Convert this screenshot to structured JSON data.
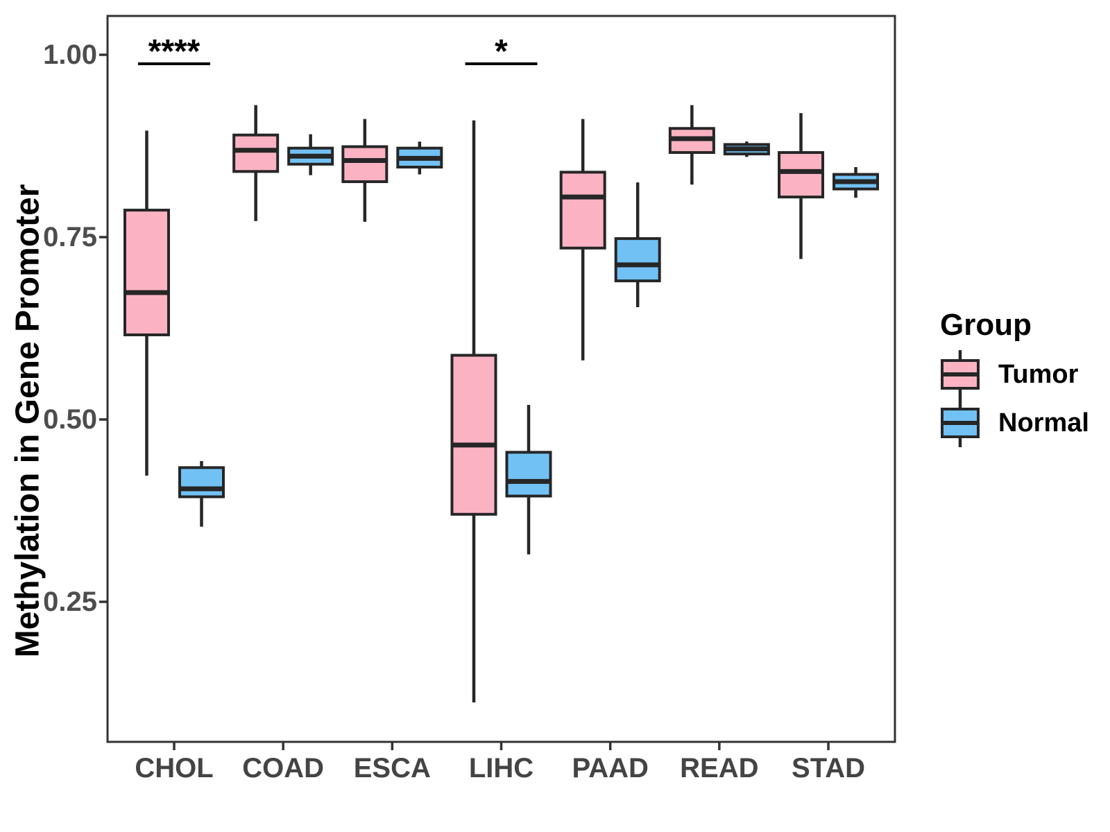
{
  "chart_data": {
    "type": "boxplot",
    "title": "",
    "xlabel": "",
    "ylabel": "Methylation in Gene Promoter",
    "grid": false,
    "background": "#ffffff",
    "panel_border_color": "#333333",
    "box_line_color": "#262626",
    "axis_text_color": "#4d4d4d",
    "ylim": [
      0.06,
      1.05
    ],
    "y_axis": {
      "ticks": [
        {
          "value": 0.25,
          "label": "0.25"
        },
        {
          "value": 0.5,
          "label": "0.50"
        },
        {
          "value": 0.75,
          "label": "0.75"
        },
        {
          "value": 1.0,
          "label": "1.00"
        }
      ]
    },
    "categories": [
      "CHOL",
      "COAD",
      "ESCA",
      "LIHC",
      "PAAD",
      "READ",
      "STAD"
    ],
    "series": [
      {
        "name": "Tumor",
        "color": "#FBB3C4",
        "stats": [
          {
            "min": 0.423,
            "q1": 0.616,
            "median": 0.674,
            "q3": 0.787,
            "max": 0.896
          },
          {
            "min": 0.772,
            "q1": 0.84,
            "median": 0.869,
            "q3": 0.89,
            "max": 0.931
          },
          {
            "min": 0.771,
            "q1": 0.826,
            "median": 0.855,
            "q3": 0.874,
            "max": 0.912
          },
          {
            "min": 0.112,
            "q1": 0.37,
            "median": 0.465,
            "q3": 0.588,
            "max": 0.91
          },
          {
            "min": 0.581,
            "q1": 0.735,
            "median": 0.805,
            "q3": 0.839,
            "max": 0.912
          },
          {
            "min": 0.822,
            "q1": 0.866,
            "median": 0.885,
            "q3": 0.899,
            "max": 0.931
          },
          {
            "min": 0.72,
            "q1": 0.805,
            "median": 0.84,
            "q3": 0.866,
            "max": 0.92
          }
        ]
      },
      {
        "name": "Normal",
        "color": "#72C1F5",
        "stats": [
          {
            "min": 0.353,
            "q1": 0.394,
            "median": 0.405,
            "q3": 0.434,
            "max": 0.443
          },
          {
            "min": 0.835,
            "q1": 0.85,
            "median": 0.861,
            "q3": 0.872,
            "max": 0.891
          },
          {
            "min": 0.836,
            "q1": 0.846,
            "median": 0.858,
            "q3": 0.872,
            "max": 0.881
          },
          {
            "min": 0.315,
            "q1": 0.395,
            "median": 0.415,
            "q3": 0.455,
            "max": 0.52
          },
          {
            "min": 0.654,
            "q1": 0.69,
            "median": 0.712,
            "q3": 0.748,
            "max": 0.825
          },
          {
            "min": 0.86,
            "q1": 0.864,
            "median": 0.871,
            "q3": 0.877,
            "max": 0.881
          },
          {
            "min": 0.804,
            "q1": 0.816,
            "median": 0.826,
            "q3": 0.836,
            "max": 0.846
          }
        ]
      }
    ],
    "annotations": [
      {
        "category": "CHOL",
        "label": "****"
      },
      {
        "category": "LIHC",
        "label": "*"
      }
    ],
    "legend": {
      "title": "Group",
      "position": "right",
      "items": [
        {
          "label": "Tumor",
          "color": "#FBB3C4"
        },
        {
          "label": "Normal",
          "color": "#72C1F5"
        }
      ]
    }
  }
}
